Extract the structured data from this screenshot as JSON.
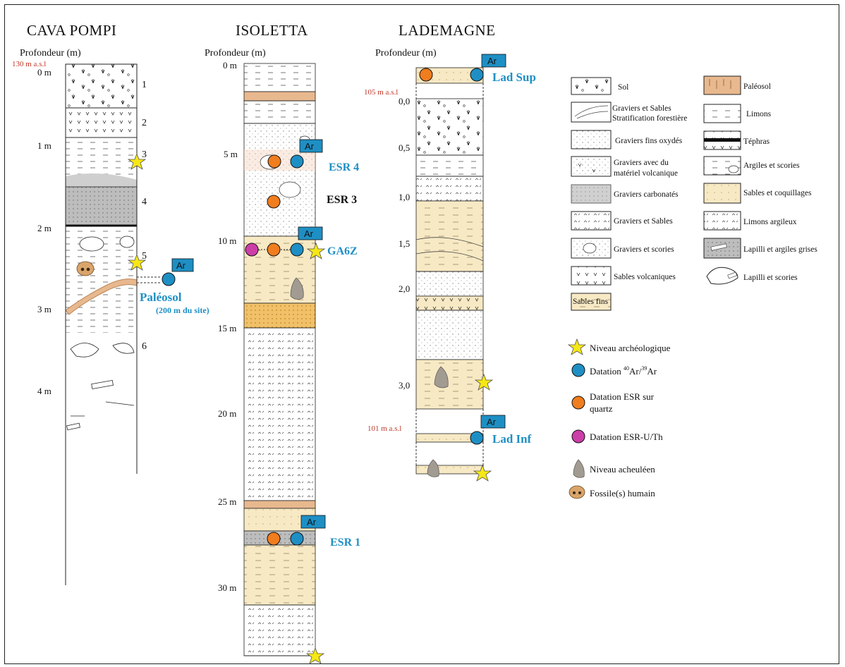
{
  "columns": [
    {
      "title": "CAVA POMPI",
      "depth_label": "Profondeur (m)",
      "altitude": "130 m a.s.l",
      "depth_ticks": [
        "0 m",
        "1 m",
        "2 m",
        "3 m",
        "4 m"
      ],
      "layer_numbers": [
        "1",
        "2",
        "3",
        "4",
        "5",
        "6"
      ]
    },
    {
      "title": "ISOLETTA",
      "depth_label": "Profondeur (m)",
      "depth_ticks": [
        "0 m",
        "5 m",
        "10 m",
        "15 m",
        "20 m",
        "25 m",
        "30 m"
      ]
    },
    {
      "title": "LADEMAGNE",
      "depth_label": "Profondeur (m)",
      "altitude_sup": "105 m a.s.l",
      "altitude_inf": "101 m a.s.l",
      "depth_ticks": [
        "0,0",
        "0,5",
        "1,0",
        "1,5",
        "2,0",
        "3,0"
      ]
    }
  ],
  "ar_label": "Ar",
  "annotations": {
    "paleosol": "Paléosol",
    "paleosol_note": "(200 m du site)",
    "esr4": "ESR 4",
    "esr3": "ESR 3",
    "ga6z": "GA6Z",
    "esr1": "ESR 1",
    "lad_sup": "Lad Sup",
    "lad_inf": "Lad Inf"
  },
  "legend_fill": [
    "Sol",
    "Paléosol",
    "Graviers et Sables",
    "Stratification forestière",
    "Limons",
    "Graviers fins oxydés",
    "Téphras",
    "Graviers avec du",
    "matériel volcanique",
    "Argiles et scories",
    "Graviers carbonatés",
    "Sables et coquillages",
    "Graviers et Sables",
    "Limons argileux",
    "Graviers et scories",
    "Lapilli et argiles grises",
    "Sables volcaniques",
    "Lapilli et scories",
    "Sables fins"
  ],
  "legend_symbols": [
    {
      "label": "Niveau archéologique",
      "kind": "star"
    },
    {
      "label": "Datation",
      "sup1": "40",
      "mid": "Ar/",
      "sup2": "39",
      "tail": "Ar",
      "kind": "blue"
    },
    {
      "label": "Datation ESR sur",
      "label2": "quartz",
      "kind": "orange"
    },
    {
      "label": "Datation ESR-U/Th",
      "kind": "magenta"
    },
    {
      "label": "Niveau acheuléen",
      "kind": "biface"
    },
    {
      "label": "Fossile(s) humain",
      "kind": "skull"
    }
  ],
  "colors": {
    "ar_blue": "#1e8fc4",
    "esr_orange": "#f07d1e",
    "esr_uth_magenta": "#cc3ea8",
    "star_yellow": "#f6e715",
    "paleosol_tan": "#e8b88e",
    "sand_beige": "#f7e9c4",
    "grey_clay": "#c9c9c9",
    "altitude_red": "#c0392b"
  }
}
